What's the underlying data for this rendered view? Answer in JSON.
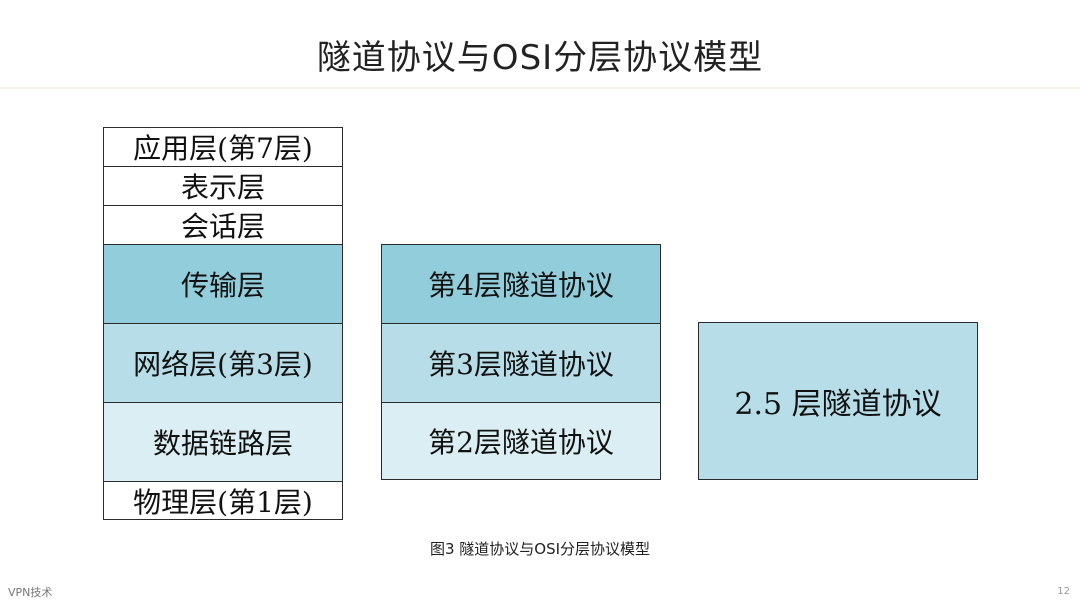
{
  "title": "隧道协议与OSI分层协议模型",
  "osi_layers": {
    "l7": "应用层(第7层)",
    "l6": "表示层",
    "l5": "会话层",
    "l4": "传输层",
    "l3": "网络层(第3层)",
    "l2": "数据链路层",
    "l1": "物理层(第1层)"
  },
  "tunnel_protocols": {
    "l4": "第4层隧道协议",
    "l3": "第3层隧道协议",
    "l2": "第2层隧道协议",
    "l25": "2.5 层隧道协议"
  },
  "caption": "图3 隧道协议与OSI分层协议模型",
  "footer": {
    "left": "VPN技术",
    "page_number": "12"
  },
  "colors": {
    "dark_cell": "#92cddc",
    "mid_cell": "#b7dee8",
    "light_cell": "#dbeef3",
    "border": "#2b2b2b"
  }
}
